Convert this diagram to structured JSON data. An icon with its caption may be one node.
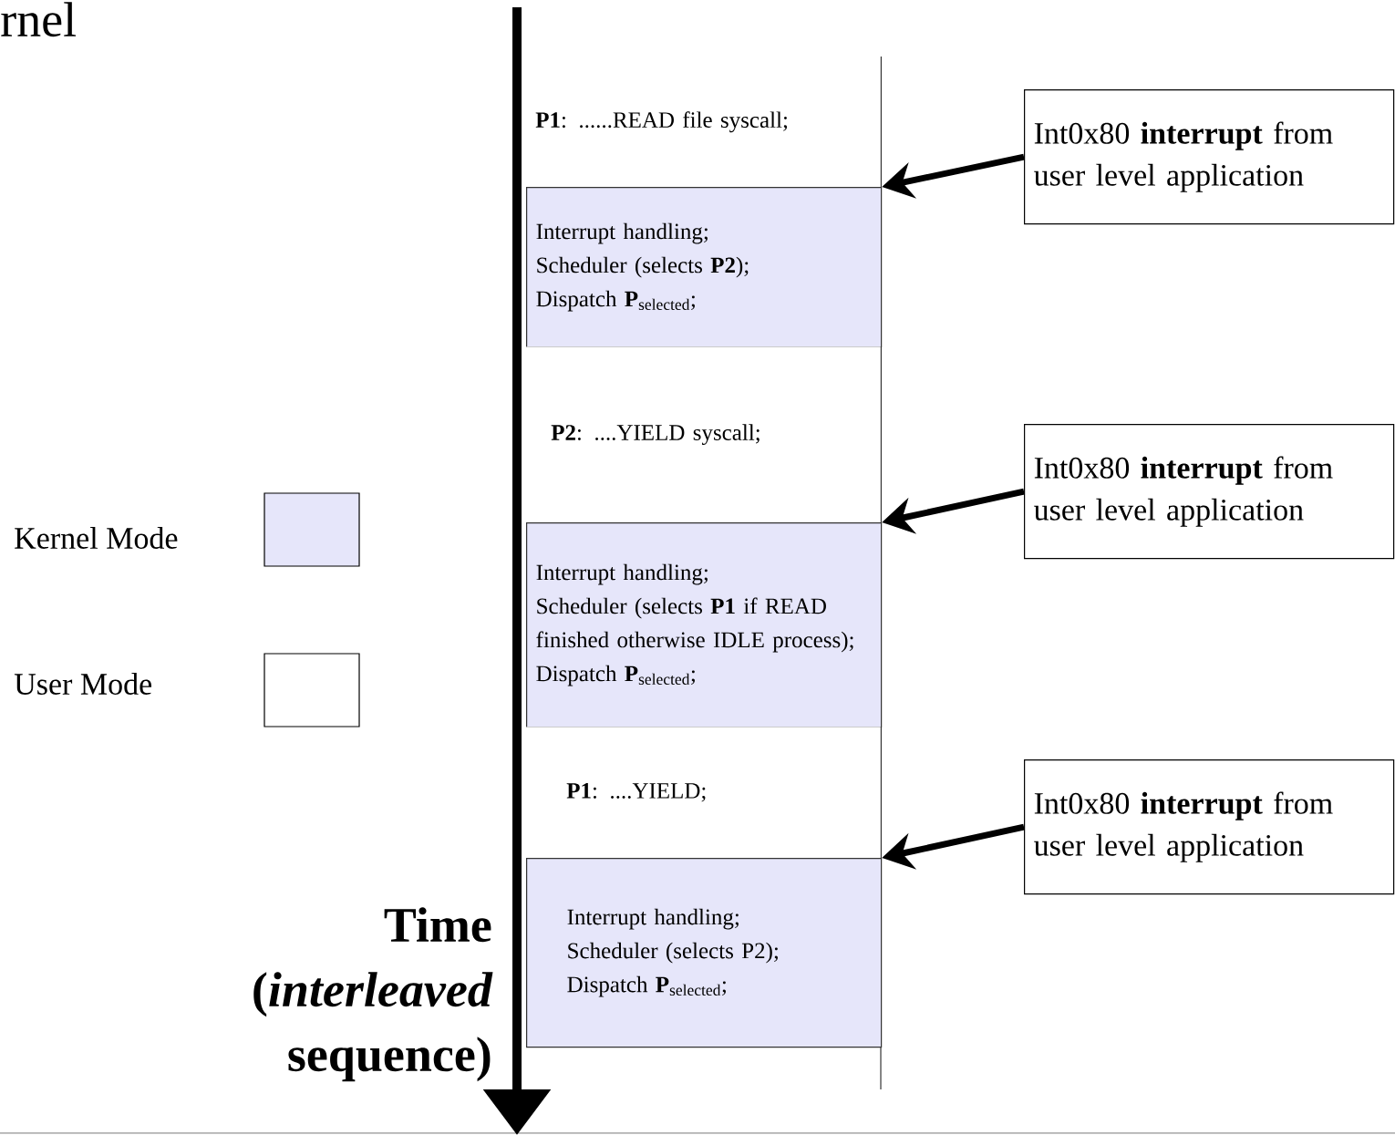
{
  "diagram": {
    "nodes": [
      {
        "text": [
          "**P1**: ......READ file syscall;"
        ]
      },
      {
        "text": [
          "Interrupt handling;",
          "Scheduler (selects **P2**);",
          "Dispatch **P**$_{selected}$;"
        ]
      },
      {
        "text": [
          "**P2**: ....YIELD syscall;"
        ]
      },
      {
        "text": [
          "Interrupt handling;",
          "Scheduler (selects **P1** if READ finished otherwise IDLE process);",
          "Dispatch **P**$_{selected}$;"
        ]
      },
      {
        "text": [
          "**P1**: ....YIELD;"
        ]
      },
      {
        "text": [
          "Interrupt handling;",
          "Scheduler (selects P2);",
          "Dispatch **P**$_{selected}$;"
        ]
      },
      {
        "text": [
          "Int0x80 **interrupt** from user level application"
        ]
      },
      {
        "text": [
          "Int0x80 **interrupt** from user level application"
        ]
      },
      {
        "text": [
          "Int0x80 **interrupt** from user level application"
        ]
      }
    ],
    "edges": [
      {
        "from": 6,
        "to": 1,
        "arrow": "to"
      },
      {
        "from": 7,
        "to": 3,
        "arrow": "to"
      },
      {
        "from": 8,
        "to": 5,
        "arrow": "to"
      }
    ],
    "labels": [
      "rnel",
      "Time (*interleaved* sequence)"
    ],
    "legend": [
      {
        "text": "Kernel Mode",
        "color": "#e6e6fa"
      },
      {
        "text": "User Mode"
      }
    ]
  }
}
